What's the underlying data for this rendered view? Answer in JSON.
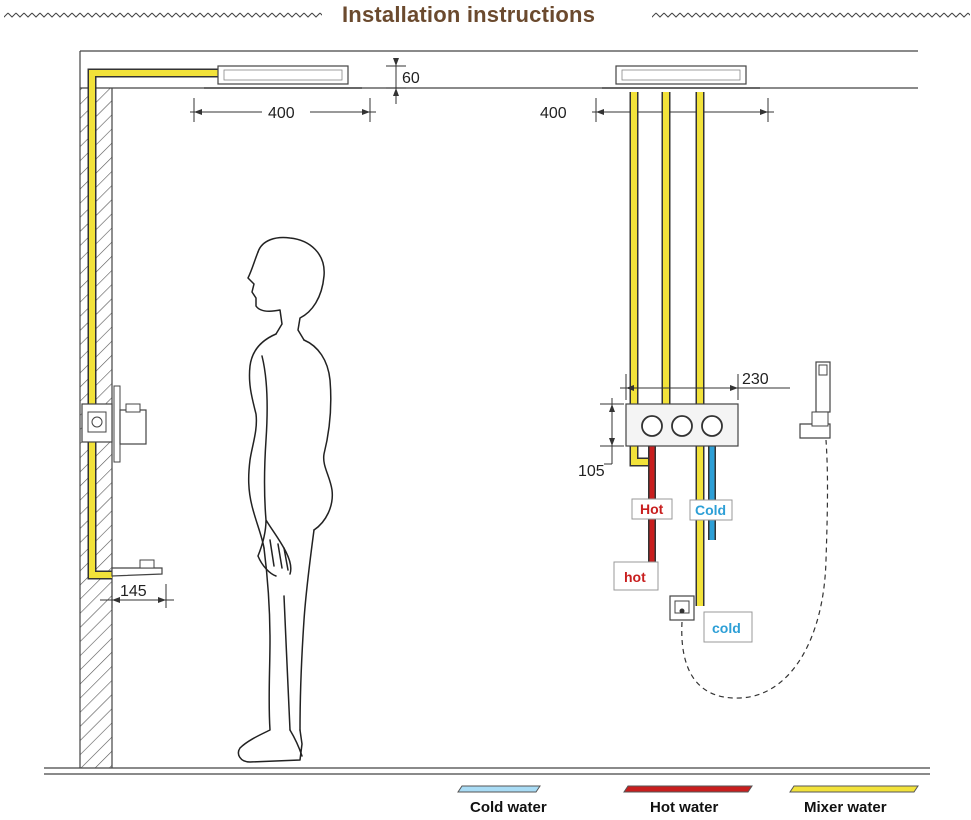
{
  "title": "Installation instructions",
  "dimensions": {
    "ceiling_depth": "60",
    "left_width": "400",
    "right_width": "400",
    "valve_width": "230",
    "valve_height": "105",
    "shelf_depth": "145"
  },
  "labels": {
    "hot_upper": "Hot",
    "cold_upper": "Cold",
    "hot_lower": "hot",
    "cold_lower": "cold"
  },
  "legend": [
    {
      "label": "Cold water",
      "color": "#a9dcf5"
    },
    {
      "label": "Hot water",
      "color": "#c81e1e"
    },
    {
      "label": "Mixer water",
      "color": "#f2e23a"
    }
  ],
  "colors": {
    "cold": "#2d9fd6",
    "hot": "#c81e1e",
    "mixer": "#f2e23a",
    "title": "#6b4a2e"
  }
}
